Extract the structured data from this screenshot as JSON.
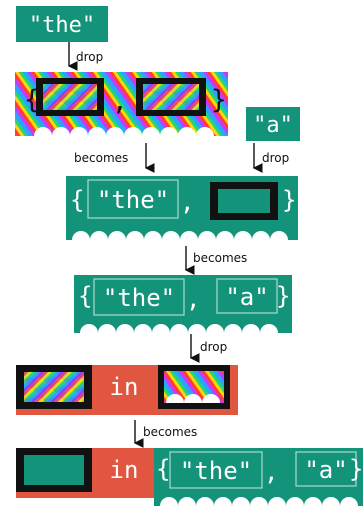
{
  "diagram": {
    "tokens": {
      "the": "\"the\"",
      "a": "\"a\"",
      "in": "in",
      "open_brace": "{",
      "close_brace": "}",
      "comma": ","
    },
    "labels": {
      "drop_1": "drop",
      "becomes_1": "becomes",
      "drop_2": "drop",
      "becomes_2": "becomes",
      "drop_3": "drop",
      "becomes_3": "becomes"
    },
    "colors": {
      "teal": "#13937a",
      "red": "#e05641",
      "black": "#111111",
      "light_border": "#a9dccd"
    }
  }
}
